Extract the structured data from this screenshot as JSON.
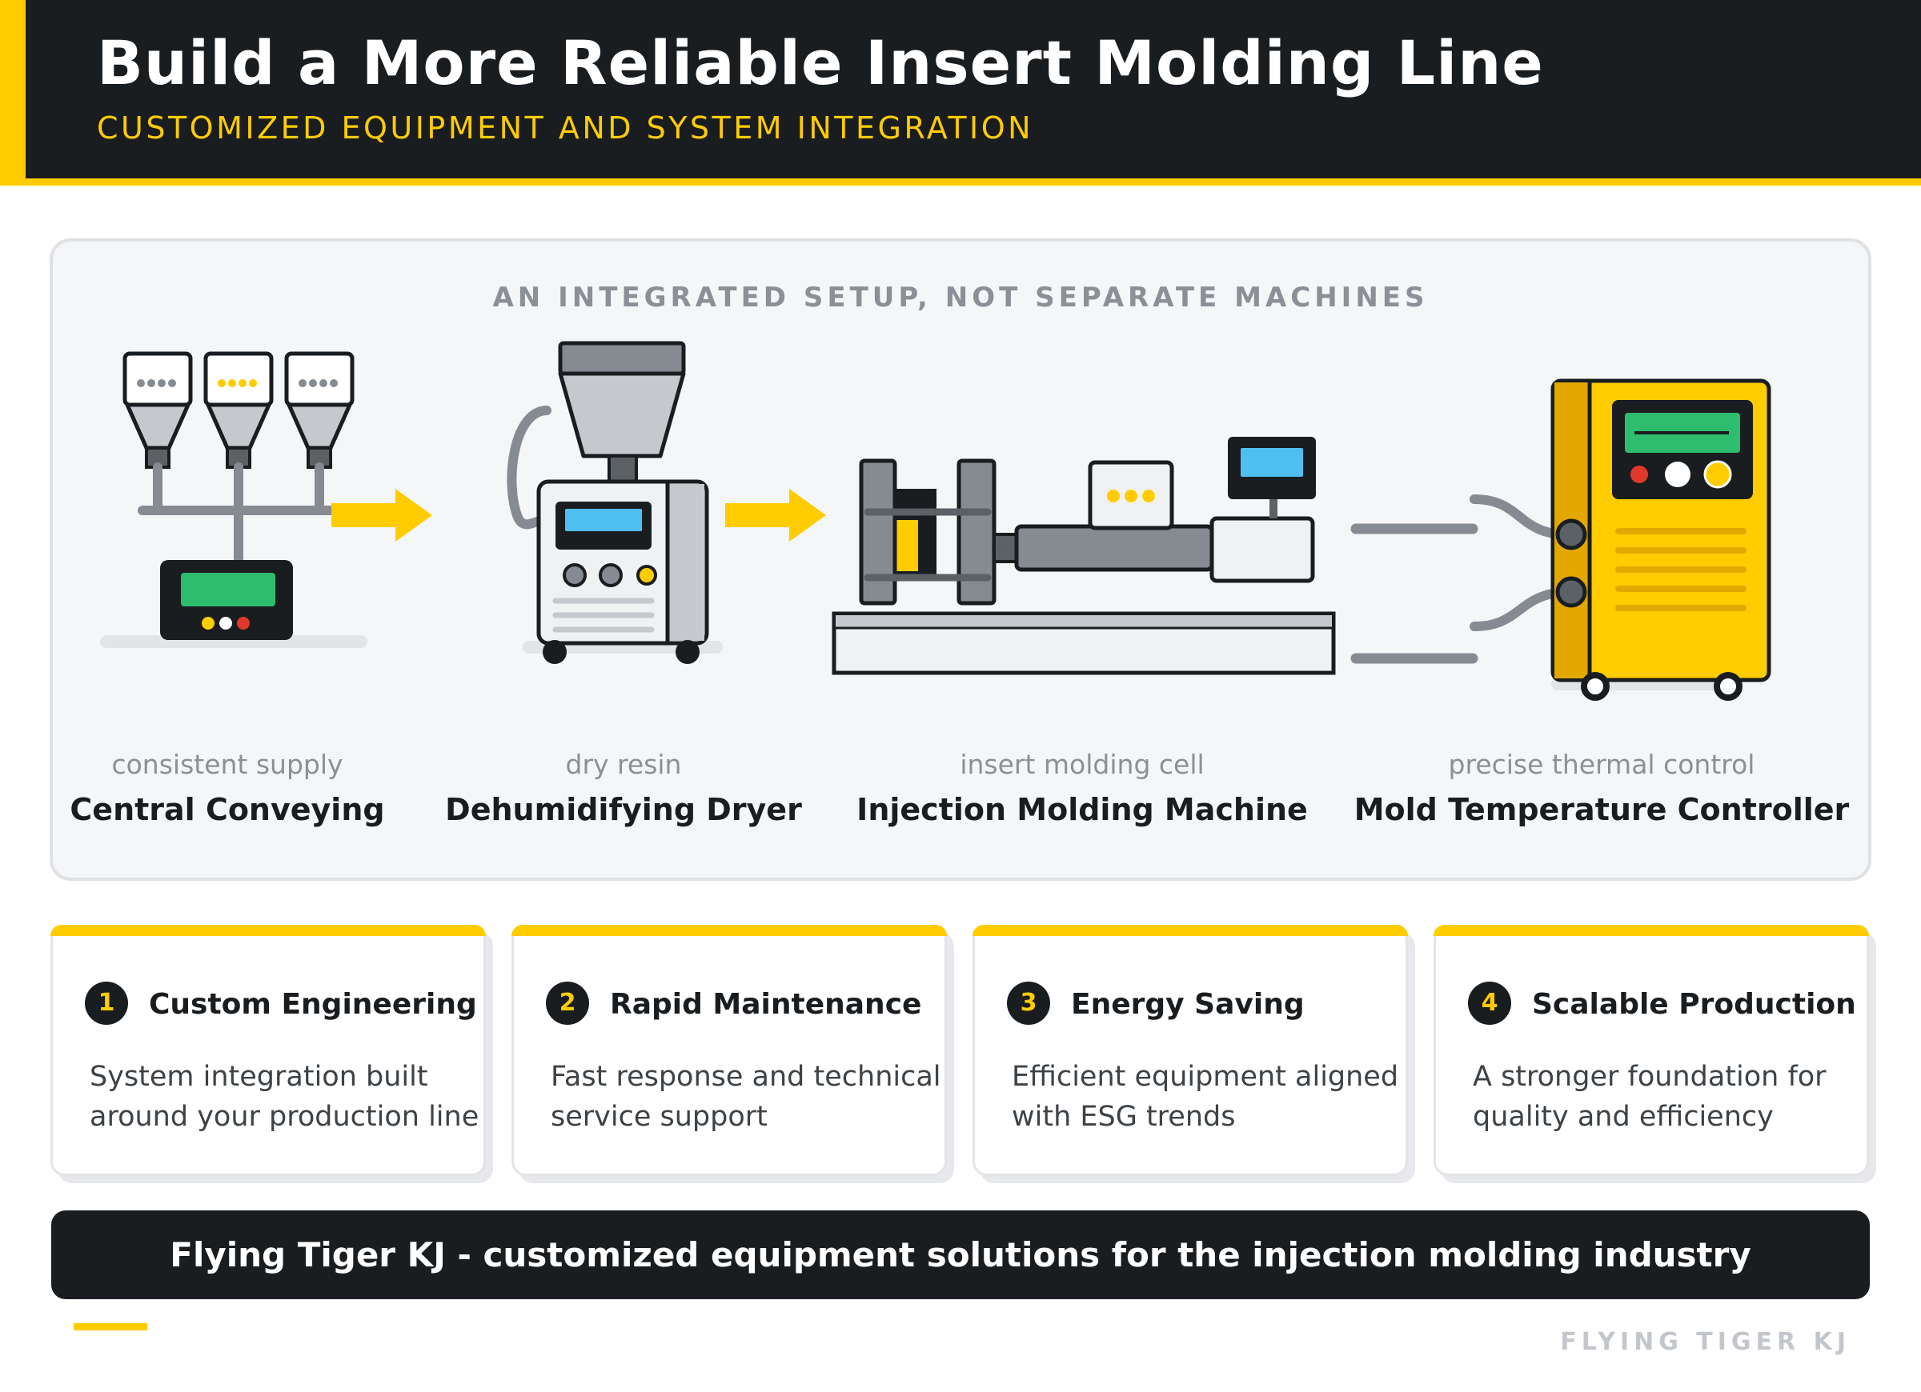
{
  "header": {
    "title": "Build a More Reliable Insert Molding Line",
    "subtitle": "CUSTOMIZED EQUIPMENT AND SYSTEM INTEGRATION"
  },
  "panel": {
    "title": "AN INTEGRATED SETUP, NOT SEPARATE MACHINES",
    "stages": [
      {
        "sub": "consistent supply",
        "name": "Central Conveying",
        "icon": "central-conveying-icon"
      },
      {
        "sub": "dry resin",
        "name": "Dehumidifying Dryer",
        "icon": "dehumidifying-dryer-icon"
      },
      {
        "sub": "insert molding cell",
        "name": "Injection Molding Machine",
        "icon": "injection-molding-machine-icon"
      },
      {
        "sub": "precise thermal control",
        "name": "Mold Temperature Controller",
        "icon": "mold-temperature-controller-icon"
      }
    ]
  },
  "features": [
    {
      "number": "1",
      "title": "Custom Engineering",
      "desc": "System integration built around your production line"
    },
    {
      "number": "2",
      "title": "Rapid Maintenance",
      "desc": "Fast response and technical service support"
    },
    {
      "number": "3",
      "title": "Energy Saving",
      "desc": "Efficient equipment aligned with ESG trends"
    },
    {
      "number": "4",
      "title": "Scalable Production",
      "desc": "A stronger foundation for quality and efficiency"
    }
  ],
  "footer": {
    "tagline": "Flying Tiger KJ - customized equipment solutions for the injection molding industry",
    "brand": "FLYING TIGER KJ"
  },
  "colors": {
    "dark": "#1a1d20",
    "accent": "#ffcc00",
    "screen_green": "#2ebd6e",
    "screen_blue": "#4dbff0",
    "gray": "#868b91",
    "red": "#e0392b"
  }
}
